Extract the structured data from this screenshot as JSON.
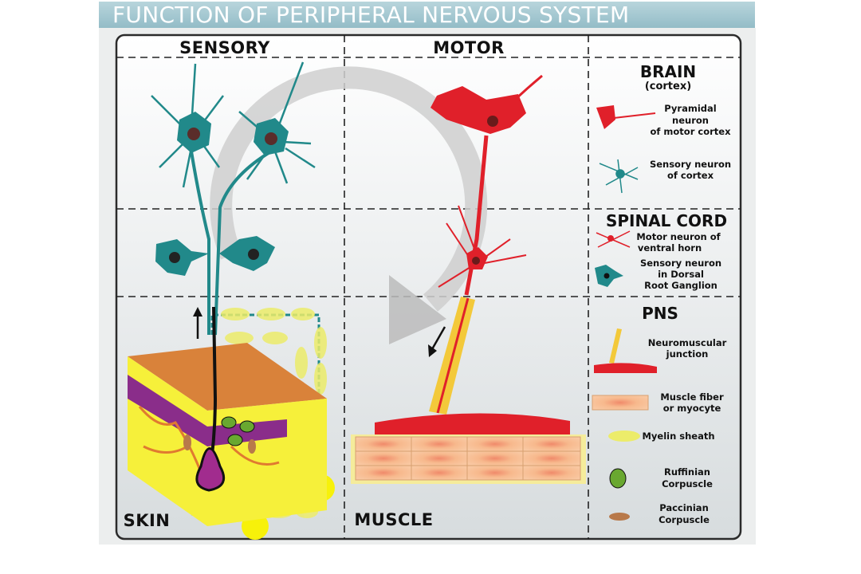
{
  "title": "FUNCTION OF PERIPHERAL NERVOUS SYSTEM",
  "columns": {
    "sensory": "SENSORY",
    "motor": "MOTOR"
  },
  "regions": {
    "skin": "SKIN",
    "muscle": "MUSCLE"
  },
  "legend": {
    "brain": {
      "heading": "BRAIN",
      "subheading": "(cortex)",
      "items": [
        {
          "icon": "pyramidal-neuron-icon",
          "lines": [
            "Pyramidal",
            "neuron",
            "of motor cortex"
          ]
        },
        {
          "icon": "cortex-sensory-neuron-icon",
          "lines": [
            "Sensory neuron",
            "of cortex"
          ]
        }
      ]
    },
    "spinal_cord": {
      "heading": "SPINAL CORD",
      "items": [
        {
          "icon": "ventral-horn-motor-neuron-icon",
          "lines": [
            "Motor neuron of",
            "ventral horn"
          ]
        },
        {
          "icon": "dorsal-root-ganglion-neuron-icon",
          "lines": [
            "Sensory neuron",
            "in Dorsal",
            "Root Ganglion"
          ]
        }
      ]
    },
    "pns": {
      "heading": "PNS",
      "items": [
        {
          "icon": "neuromuscular-junction-icon",
          "lines": [
            "Neuromuscular",
            "junction"
          ]
        },
        {
          "icon": "muscle-fiber-icon",
          "lines": [
            "Muscle fiber",
            "or myocyte"
          ]
        },
        {
          "icon": "myelin-sheath-icon",
          "lines": [
            "Myelin sheath"
          ]
        },
        {
          "icon": "ruffinian-corpuscle-icon",
          "lines": [
            "Ruffinian",
            "Corpuscle"
          ]
        },
        {
          "icon": "paccinian-corpuscle-icon",
          "lines": [
            "Paccinian",
            "Corpuscle"
          ]
        }
      ]
    }
  },
  "colors": {
    "sensory_neuron": "#21898a",
    "motor_neuron": "#e0202a",
    "myelin": "#ecec6a",
    "muscle": "#f7b98d",
    "banner": "#a6c8d1"
  }
}
